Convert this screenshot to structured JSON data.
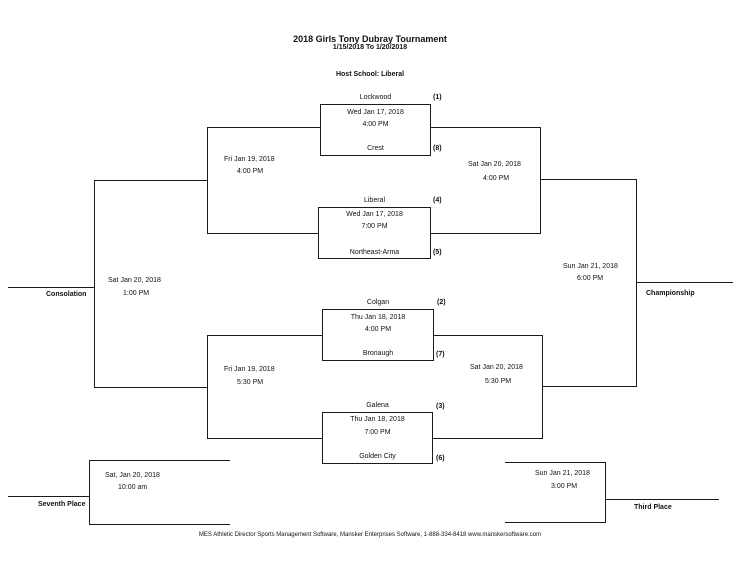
{
  "header": {
    "title": "2018 Girls Tony Dubray Tournament",
    "dates": "1/15/2018 To 1/20/2018",
    "host": "Host School:  Liberal"
  },
  "first_round": [
    {
      "top_team": "Lockwood",
      "top_seed": "(1)",
      "date": "Wed Jan 17, 2018",
      "time": "4:00 PM",
      "bottom_team": "Crest",
      "bottom_seed": "(8)"
    },
    {
      "top_team": "Liberal",
      "top_seed": "(4)",
      "date": "Wed Jan 17, 2018",
      "time": "7:00 PM",
      "bottom_team": "Northeast-Arma",
      "bottom_seed": "(5)"
    },
    {
      "top_team": "Colgan",
      "top_seed": "(2)",
      "date": "Thu Jan 18, 2018",
      "time": "4:00 PM",
      "bottom_team": "Bronaugh",
      "bottom_seed": "(7)"
    },
    {
      "top_team": "Galena",
      "top_seed": "(3)",
      "date": "Thu Jan 18, 2018",
      "time": "7:00 PM",
      "bottom_team": "Golden City",
      "bottom_seed": "(6)"
    }
  ],
  "semifinals_loser": [
    {
      "date": "Fri Jan 19, 2018",
      "time": "4:00 PM"
    },
    {
      "date": "Fri Jan 19, 2018",
      "time": "5:30 PM"
    }
  ],
  "semifinals_winner": [
    {
      "date": "Sat Jan 20, 2018",
      "time": "4:00 PM"
    },
    {
      "date": "Sat Jan 20, 2018",
      "time": "5:30 PM"
    }
  ],
  "consolation": {
    "date": "Sat Jan 20, 2018",
    "time": "1:00 PM",
    "label": "Consolation"
  },
  "championship": {
    "date": "Sun Jan 21, 2018",
    "time": "6:00 PM",
    "label": "Championship"
  },
  "seventh_place": {
    "date": "Sat, Jan 20, 2018",
    "time": "10:00 am",
    "label": "Seventh Place"
  },
  "third_place": {
    "date": "Sun Jan 21, 2018",
    "time": "3:00 PM",
    "label": "Third Place"
  },
  "footer": "MES Athletic Director Sports Management Software, Mansker Enterprises Software, 1-888-334-8418  www.manskersoftware.com"
}
